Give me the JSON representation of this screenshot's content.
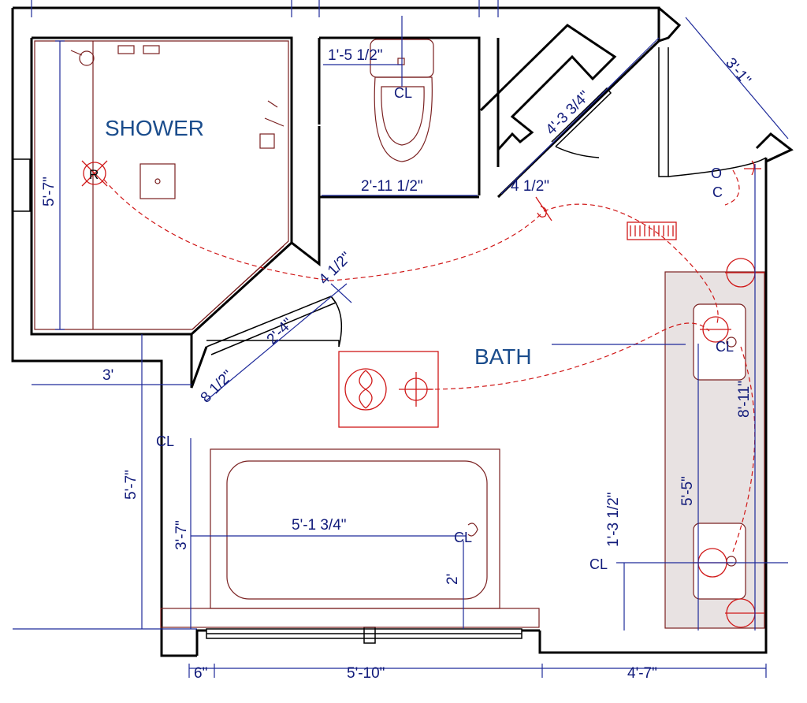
{
  "rooms": {
    "shower": "SHOWER",
    "bath": "BATH"
  },
  "dimensions": {
    "shower_height": "5'-7\"",
    "toilet_offset": "1'-5 1/2\"",
    "closet_diag": "4'-3 3/4\"",
    "door_width": "3'-1\"",
    "toilet_width": "2'-11 1/2\"",
    "wall_4half_top": "4 1/2\"",
    "wall_4half_mid": "4 1/2\"",
    "shower_door": "2'-4\"",
    "wall_8half": "8 1/2\"",
    "left_3": "3'",
    "left_height": "5'-7\"",
    "tub_height": "3'-7\"",
    "tub_width": "5'-1 3/4\"",
    "tub_2": "2'",
    "vanity_total": "8'-11\"",
    "vanity_sink": "5'-5\"",
    "vanity_low": "1'-3 1/2\"",
    "bottom_6": "6\"",
    "bottom_window": "5'-10\"",
    "bottom_right": "4'-7\""
  },
  "symbols": {
    "receptacle_label": "R",
    "centerline": "CL",
    "outlet_label": "O",
    "outlet_c": "C"
  },
  "colors": {
    "wall": "#000000",
    "fixture": "#7a2020",
    "dimension": "#1e2a9a",
    "room_label": "#1a4c8c",
    "electrical": "#d01818",
    "vanity_fill": "#e8e2e2"
  },
  "icons": [
    "showerhead-icon",
    "toilet-icon",
    "bathtub-icon",
    "sink-icon",
    "exhaust-fan-icon",
    "light-fixture-icon",
    "heat-register-icon",
    "door-swing-icon",
    "window-icon"
  ]
}
